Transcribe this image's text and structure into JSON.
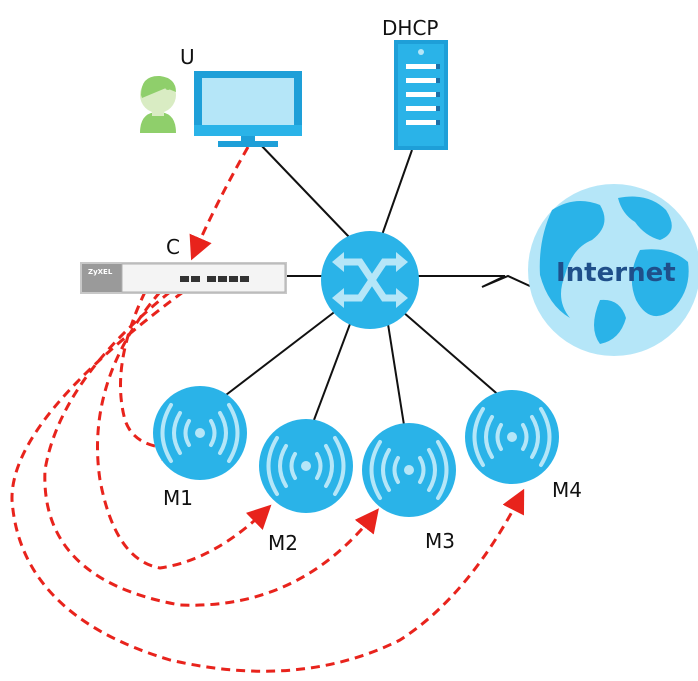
{
  "labels": {
    "user": "U",
    "dhcp": "DHCP",
    "controller": "C",
    "internet": "Internet",
    "m1": "M1",
    "m2": "M2",
    "m3": "M3",
    "m4": "M4",
    "controller_brand": "ZyXEL"
  },
  "colors": {
    "node_blue": "#2ab3e8",
    "node_light": "#b5e6f8",
    "wire": "#111111",
    "management_path": "#e8231c",
    "globe_land": "#2ab3e8",
    "globe_sea": "#b5e6f8",
    "user_green": "#8fcf6b"
  },
  "icons": [
    "user-icon",
    "monitor-icon",
    "server-icon",
    "switch-icon",
    "access-point-icon",
    "globe-icon",
    "controller-appliance-icon"
  ]
}
